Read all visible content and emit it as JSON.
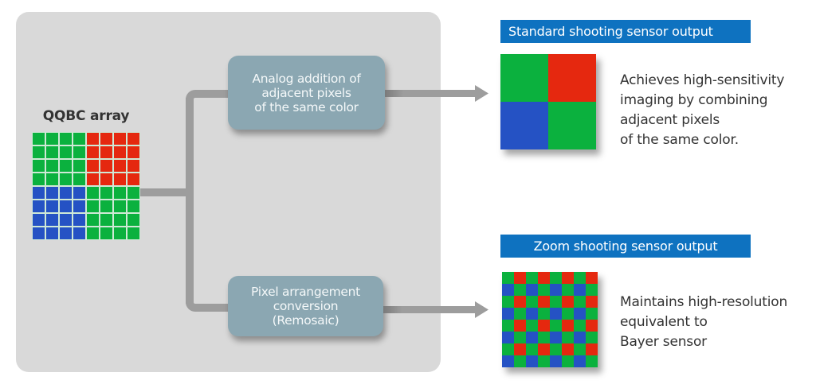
{
  "colors": {
    "green": "#0bb13e",
    "red": "#e5280f",
    "blue": "#2552c4",
    "panel": "#d9d9d9",
    "connector": "#9d9d9d",
    "process_box": "#8ba7b2",
    "header": "#0e72c0"
  },
  "input": {
    "title": "QQBC array",
    "grid_size": 8,
    "pattern": [
      [
        "G",
        "G",
        "G",
        "G",
        "R",
        "R",
        "R",
        "R"
      ],
      [
        "G",
        "G",
        "G",
        "G",
        "R",
        "R",
        "R",
        "R"
      ],
      [
        "G",
        "G",
        "G",
        "G",
        "R",
        "R",
        "R",
        "R"
      ],
      [
        "G",
        "G",
        "G",
        "G",
        "R",
        "R",
        "R",
        "R"
      ],
      [
        "B",
        "B",
        "B",
        "B",
        "G",
        "G",
        "G",
        "G"
      ],
      [
        "B",
        "B",
        "B",
        "B",
        "G",
        "G",
        "G",
        "G"
      ],
      [
        "B",
        "B",
        "B",
        "B",
        "G",
        "G",
        "G",
        "G"
      ],
      [
        "B",
        "B",
        "B",
        "B",
        "G",
        "G",
        "G",
        "G"
      ]
    ]
  },
  "processes": [
    {
      "lines": [
        "Analog addition of",
        "adjacent pixels",
        "of the same color"
      ]
    },
    {
      "lines": [
        "Pixel arrangement",
        "conversion",
        "(Remosaic)"
      ]
    }
  ],
  "outputs": [
    {
      "header": "Standard shooting sensor output",
      "pattern": [
        [
          "G",
          "R"
        ],
        [
          "B",
          "G"
        ]
      ],
      "description": [
        "Achieves high-sensitivity",
        "imaging by combining",
        "adjacent pixels",
        "of the same color."
      ]
    },
    {
      "header": "Zoom shooting sensor output",
      "pattern": [
        [
          "G",
          "R",
          "G",
          "R",
          "G",
          "R",
          "G",
          "R"
        ],
        [
          "B",
          "G",
          "B",
          "G",
          "B",
          "G",
          "B",
          "G"
        ],
        [
          "G",
          "R",
          "G",
          "R",
          "G",
          "R",
          "G",
          "R"
        ],
        [
          "B",
          "G",
          "B",
          "G",
          "B",
          "G",
          "B",
          "G"
        ],
        [
          "G",
          "R",
          "G",
          "R",
          "G",
          "R",
          "G",
          "R"
        ],
        [
          "B",
          "G",
          "B",
          "G",
          "B",
          "G",
          "B",
          "G"
        ],
        [
          "G",
          "R",
          "G",
          "R",
          "G",
          "R",
          "G",
          "R"
        ],
        [
          "B",
          "G",
          "B",
          "G",
          "B",
          "G",
          "B",
          "G"
        ]
      ],
      "description": [
        "Maintains high-resolution",
        "equivalent to",
        "Bayer sensor"
      ]
    }
  ]
}
